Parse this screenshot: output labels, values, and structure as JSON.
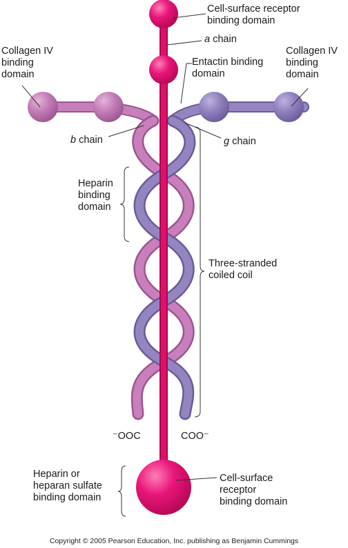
{
  "labels": {
    "cell_surface_top": [
      "Cell-surface receptor",
      "binding domain"
    ],
    "alpha_chain_letter": "a",
    "alpha_chain_word": " chain",
    "entactin": [
      "Entactin binding",
      "domain"
    ],
    "collagen_left": [
      "Collagen IV",
      "binding",
      "domain"
    ],
    "collagen_right": [
      "Collagen IV",
      "binding",
      "domain"
    ],
    "beta_chain_letter": "b",
    "beta_chain_word": " chain",
    "gamma_chain_letter": "g",
    "gamma_chain_word": " chain",
    "heparin": [
      "Heparin",
      "binding",
      "domain"
    ],
    "coiled_coil": [
      "Three-stranded",
      "coiled coil"
    ],
    "cooh_left": "⁻OOC",
    "cooh_right": "COO⁻",
    "heparan_sulfate": [
      "Heparin or",
      "heparan sulfate",
      "binding domain"
    ],
    "cell_surface_bottom": [
      "Cell-surface",
      "receptor",
      "binding domain"
    ]
  },
  "copyright": "Copyright © 2005 Pearson Education, Inc. publishing as Benjamin Cummings",
  "colors": {
    "alpha": "#e0106a",
    "beta": "#c77fb9",
    "gamma": "#9484c0",
    "leader": "#333333"
  }
}
